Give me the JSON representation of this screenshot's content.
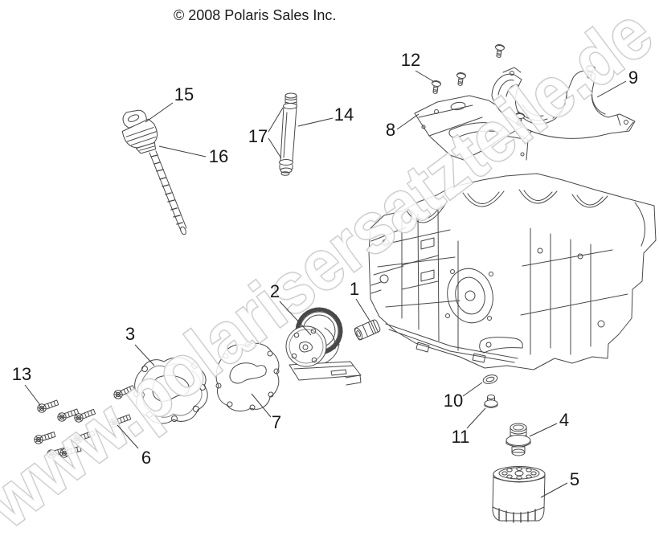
{
  "copyright": "© 2008 Polaris Sales Inc.",
  "watermark": "www.polarisersatzteile.de",
  "labels": {
    "n1": "1",
    "n2": "2",
    "n3": "3",
    "n4": "4",
    "n5": "5",
    "n6": "6",
    "n7": "7",
    "n8": "8",
    "n9": "9",
    "n10": "10",
    "n11": "11",
    "n12": "12",
    "n13": "13",
    "n14": "14",
    "n15": "15",
    "n16": "16",
    "n17": "17"
  },
  "colors": {
    "line": "#484848",
    "label": "#161616",
    "watermark_outline": "#c9c9c9",
    "background": "#ffffff"
  }
}
